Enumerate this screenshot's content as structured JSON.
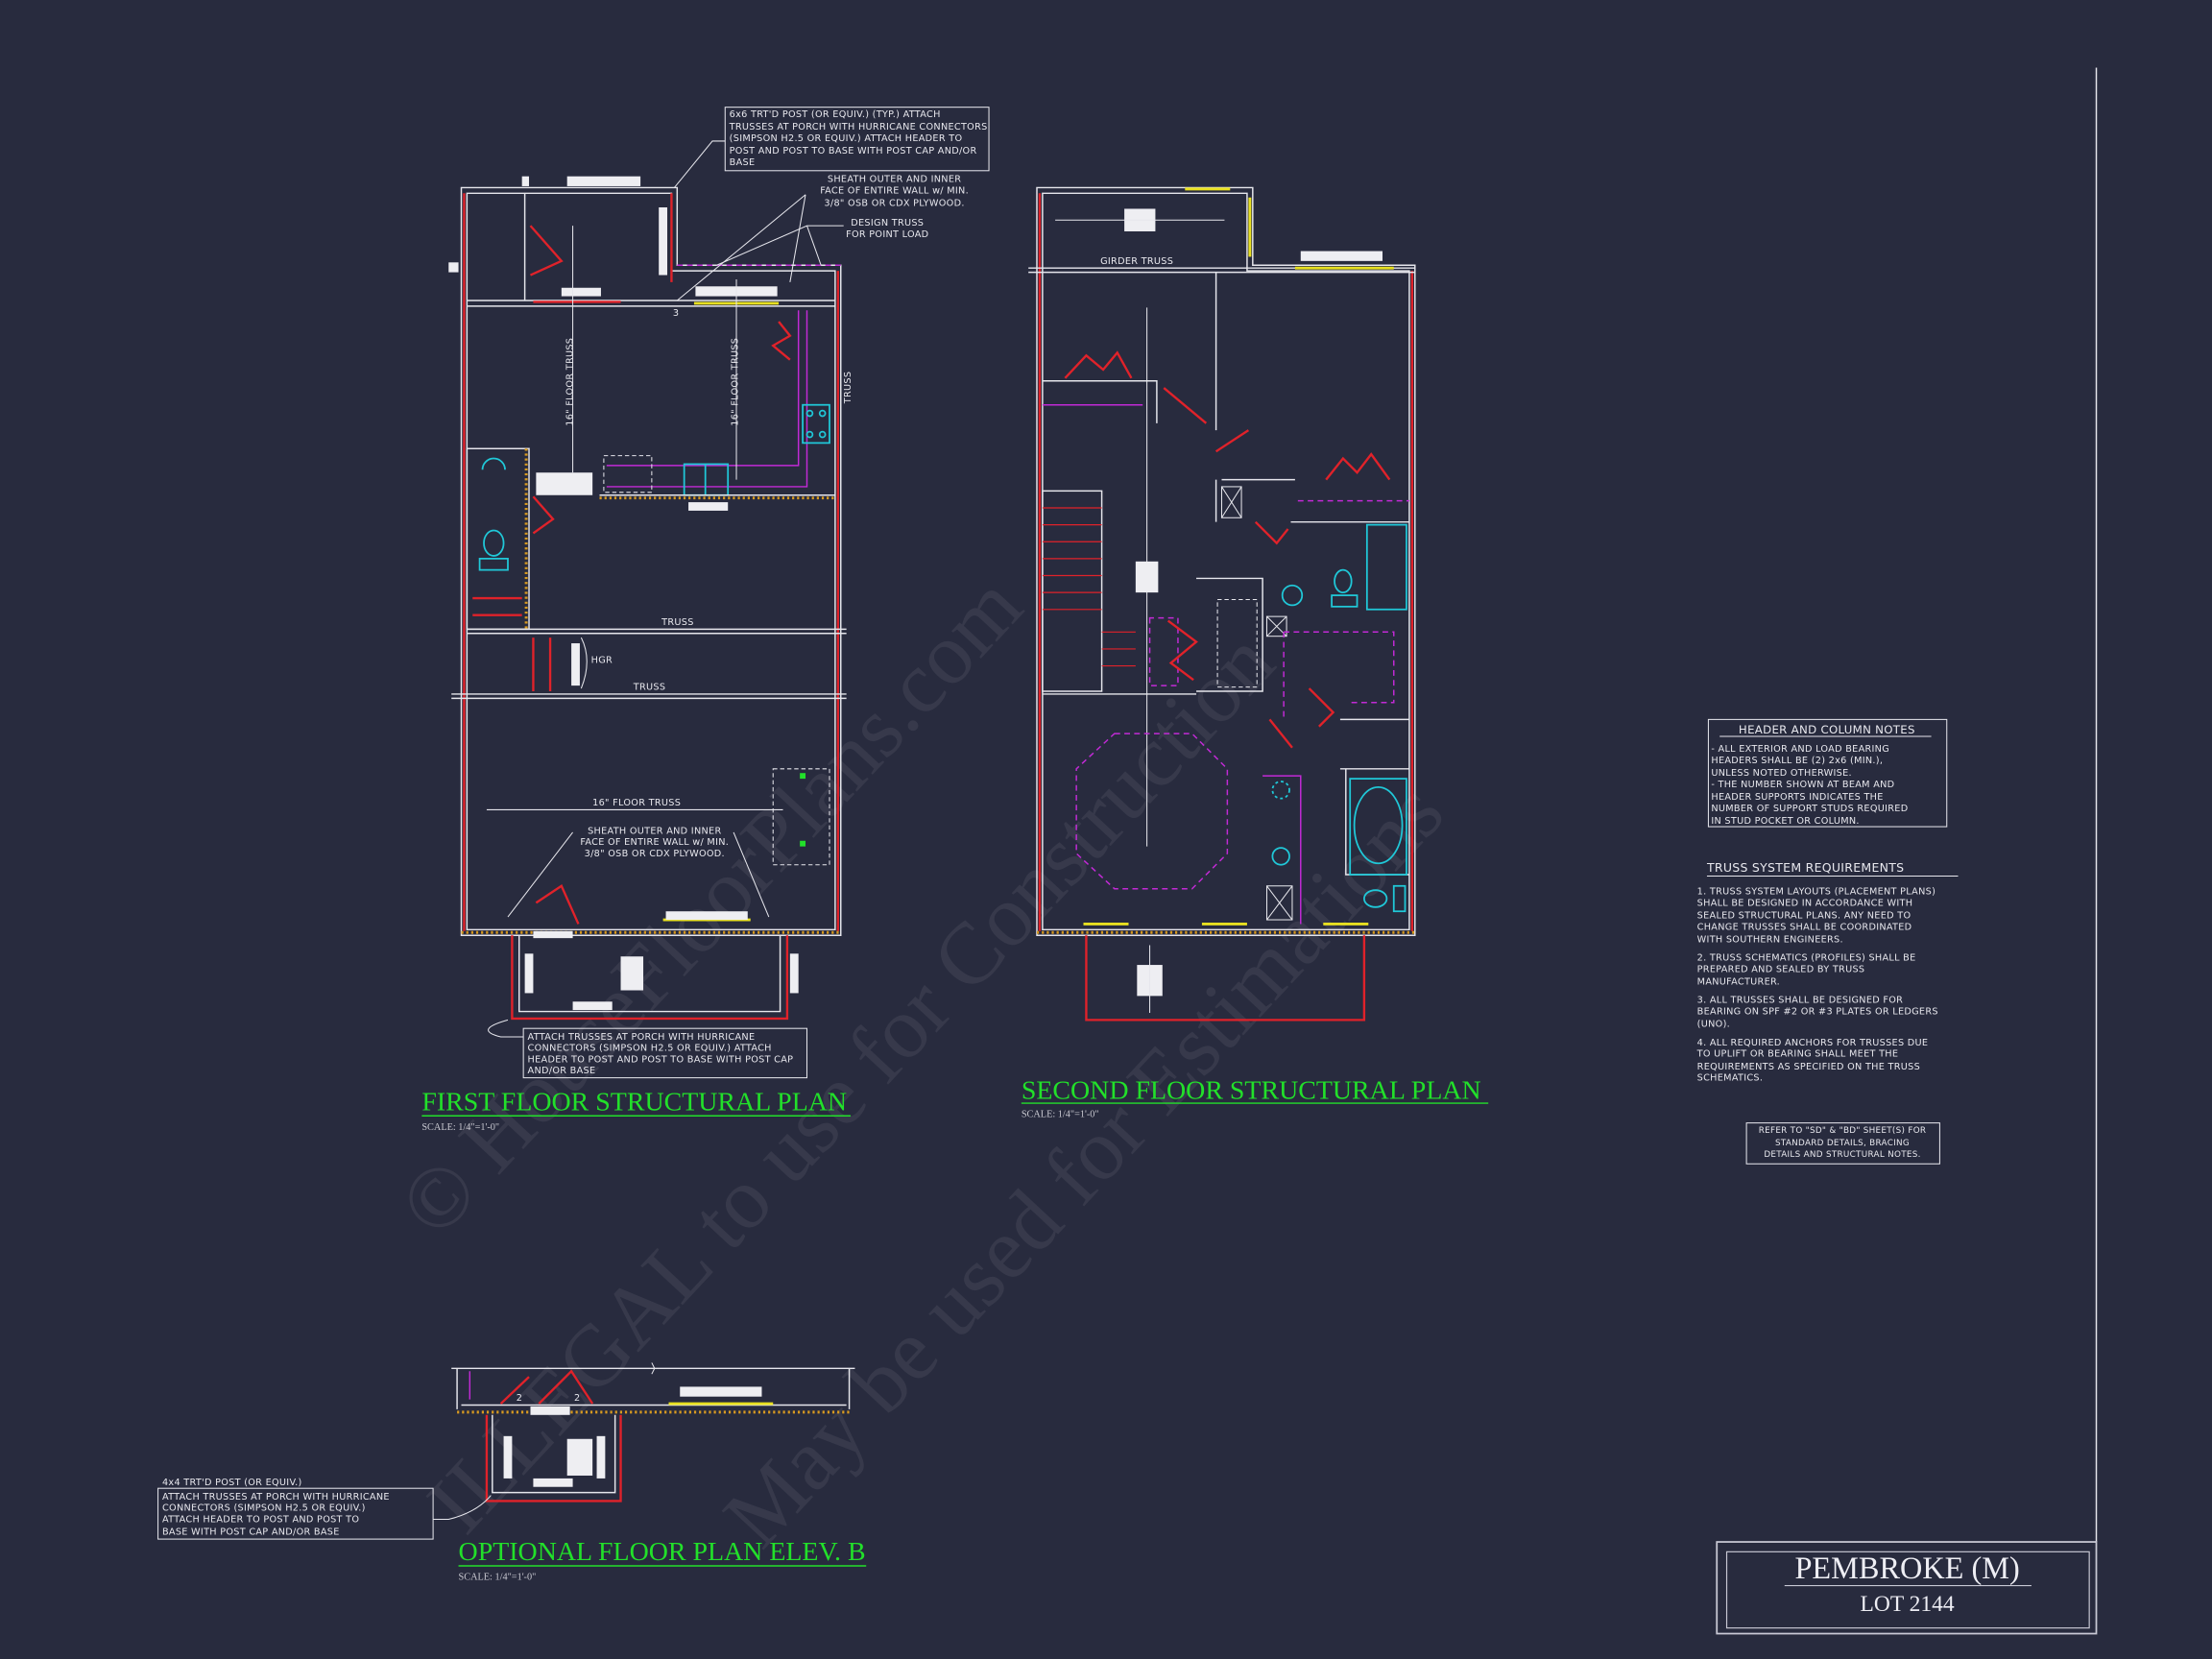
{
  "watermark": {
    "line1": "© HouseFloorPlans.com",
    "line2": "ILLEGAL to use for Construction",
    "line3": "May be used for Estimations"
  },
  "first_floor": {
    "heading": "FIRST FLOOR STRUCTURAL PLAN",
    "scale": "SCALE: 1/4\"=1'-0\"",
    "post_note": [
      "6x6 TRT'D POST (OR EQUIV.) (TYP.) ATTACH",
      "TRUSSES AT PORCH WITH HURRICANE CONNECTORS",
      "(SIMPSON H2.5 OR EQUIV.) ATTACH HEADER TO",
      "POST AND POST TO BASE WITH POST CAP AND/OR",
      "BASE"
    ],
    "sheath_note_top": [
      "SHEATH OUTER AND INNER",
      "FACE OF ENTIRE WALL w/ MIN.",
      "3/8\" OSB OR CDX PLYWOOD."
    ],
    "design_truss_note": [
      "DESIGN TRUSS",
      "FOR POINT LOAD"
    ],
    "sheath_note_bottom": [
      "SHEATH OUTER AND INNER",
      "FACE OF ENTIRE WALL w/ MIN.",
      "3/8\" OSB OR CDX PLYWOOD."
    ],
    "porch_note": [
      "ATTACH TRUSSES AT PORCH WITH HURRICANE",
      "CONNECTORS (SIMPSON H2.5 OR EQUIV.) ATTACH",
      "HEADER TO POST AND POST TO BASE WITH POST CAP",
      "AND/OR BASE"
    ],
    "labels": {
      "floor_truss_left": "16\" FLOOR TRUSS",
      "floor_truss_mid": "16\" FLOOR TRUSS",
      "truss_right": "TRUSS",
      "truss_upper": "TRUSS",
      "truss_lower": "TRUSS",
      "hgr": "HGR",
      "floor_truss_bottom": "16\" FLOOR TRUSS",
      "stud_count": "3"
    }
  },
  "second_floor": {
    "heading": "SECOND FLOOR STRUCTURAL PLAN",
    "scale": "SCALE: 1/4\"=1'-0\"",
    "girder_truss": "GIRDER TRUSS"
  },
  "optional_plan": {
    "heading": "OPTIONAL FLOOR PLAN ELEV. B",
    "scale": "SCALE: 1/4\"=1'-0\"",
    "stud_left": "2",
    "stud_right": "2",
    "post_label": "4x4 TRT'D POST (OR EQUIV.)",
    "porch_note": [
      "ATTACH TRUSSES AT PORCH WITH HURRICANE",
      "CONNECTORS (SIMPSON H2.5 OR EQUIV.)",
      "ATTACH HEADER TO POST AND POST TO",
      "BASE WITH POST CAP AND/OR BASE"
    ]
  },
  "header_column_notes": {
    "title": "HEADER AND COLUMN NOTES",
    "lines": [
      "- ALL EXTERIOR AND LOAD BEARING",
      "HEADERS SHALL BE (2) 2x6 (MIN.),",
      "UNLESS NOTED OTHERWISE.",
      "- THE NUMBER SHOWN AT BEAM AND",
      "HEADER SUPPORTS INDICATES THE",
      "NUMBER OF SUPPORT STUDS REQUIRED",
      "IN STUD POCKET OR COLUMN."
    ]
  },
  "truss_requirements": {
    "title": "TRUSS SYSTEM REQUIREMENTS",
    "items": [
      [
        "1. TRUSS SYSTEM LAYOUTS (PLACEMENT PLANS)",
        "SHALL BE DESIGNED IN ACCORDANCE WITH",
        "SEALED STRUCTURAL PLANS. ANY NEED TO",
        "CHANGE TRUSSES SHALL BE COORDINATED",
        "WITH SOUTHERN ENGINEERS."
      ],
      [
        "2. TRUSS SCHEMATICS (PROFILES) SHALL BE",
        "PREPARED AND SEALED BY TRUSS",
        "MANUFACTURER."
      ],
      [
        "3. ALL TRUSSES SHALL BE DESIGNED FOR",
        "BEARING ON SPF #2 OR #3 PLATES OR LEDGERS",
        "(UNO)."
      ],
      [
        "4. ALL REQUIRED ANCHORS FOR TRUSSES DUE",
        "TO UPLIFT OR BEARING SHALL MEET THE",
        "REQUIREMENTS AS SPECIFIED ON THE TRUSS",
        "SCHEMATICS."
      ]
    ]
  },
  "refer_note": [
    "REFER TO \"SD\" & \"BD\" SHEET(S) FOR",
    "STANDARD DETAILS, BRACING",
    "DETAILS AND STRUCTURAL NOTES."
  ],
  "title_block": {
    "plan_name": "PEMBROKE (M)",
    "lot": "LOT 2144"
  },
  "colors": {
    "background": "#282b3e",
    "heading_green": "#22e02a",
    "wall_red": "#e0222a",
    "dim_magenta": "#c22ad6",
    "fixture_cyan": "#20c8d8",
    "window_yellow": "#e8e020"
  }
}
